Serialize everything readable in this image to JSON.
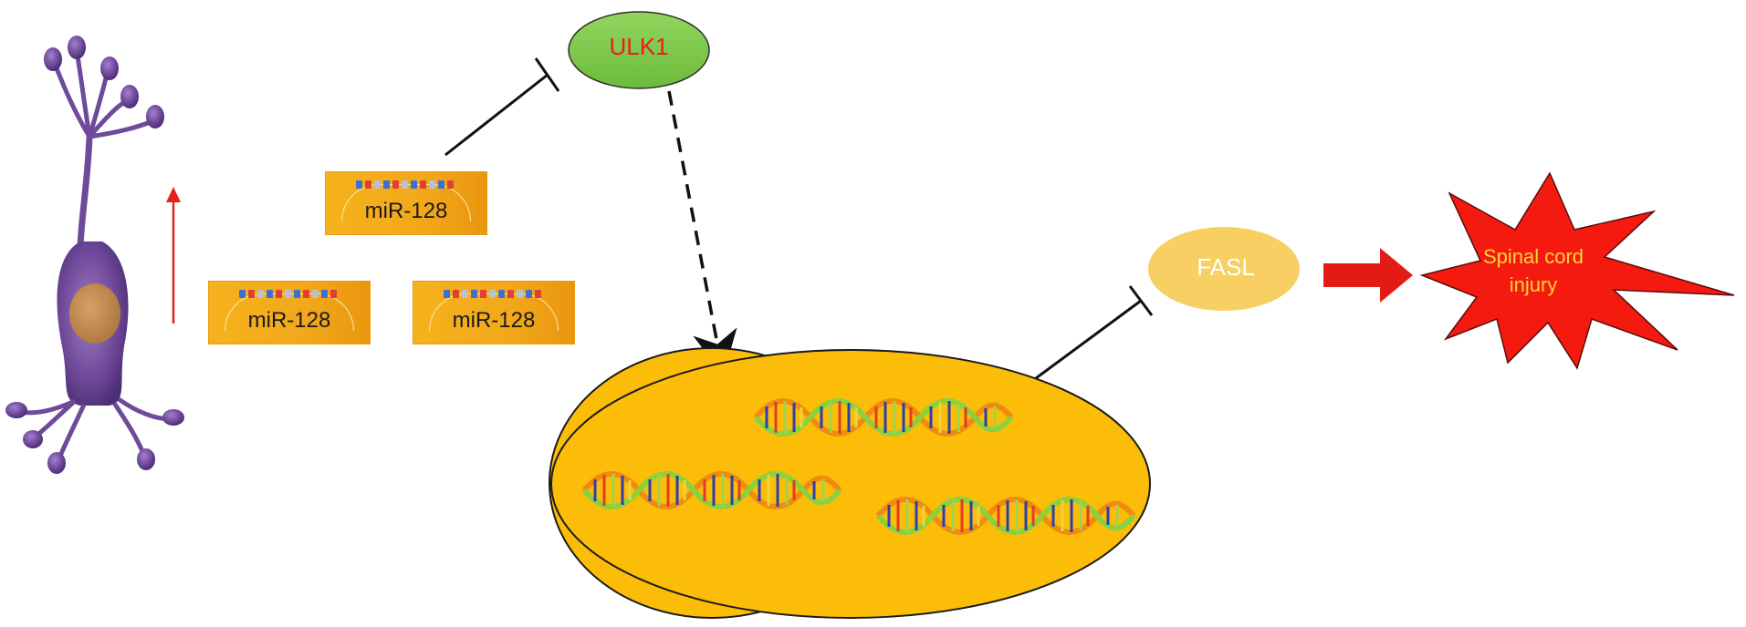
{
  "nodes": {
    "ulk1": "ULK1",
    "fasl": "FASL",
    "spinal_cord_injury_line1": "Spinal cord",
    "spinal_cord_injury_line2": "injury"
  },
  "mirna_boxes": [
    "miR-128",
    "miR-128",
    "miR-128"
  ],
  "colors": {
    "ulk1_fill": "#7cc84a",
    "ulk1_text": "#e8201a",
    "fasl_fill": "#f7cf63",
    "nucleus_fill": "#fbbd08",
    "mir_box": "#f4ab1a",
    "injury_fill": "#f51a10",
    "injury_text": "#ffd23a",
    "neuron": "#6e4a9a",
    "up_arrow": "#e8201a",
    "red_arrow": "#e41b14"
  },
  "icons": [
    "neuron-icon",
    "dna-helix-icon",
    "up-arrow-icon",
    "inhibition-arrow-icon",
    "dashed-arrow-icon",
    "block-arrow-icon",
    "starburst-icon"
  ]
}
